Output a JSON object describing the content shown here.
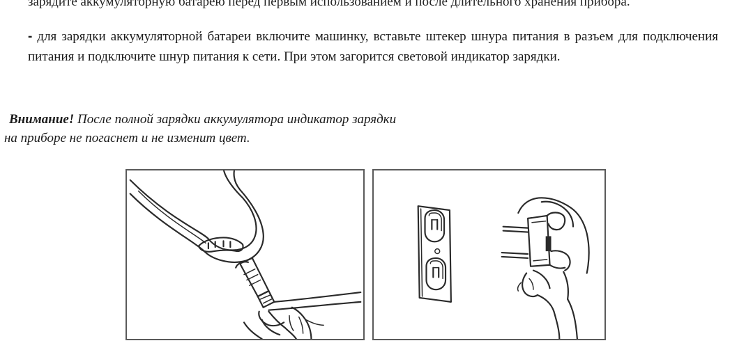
{
  "document": {
    "top_fragment": "зарядите аккумуляторную батарею перед первым использованием и после длительного хранения прибора.",
    "instruction": {
      "dash": "-",
      "text": " для зарядки аккумуляторной батареи включите машинку, вставьте штекер шнура питания в разъем для подключения питания и подключите шнур питания  к сети. При этом загорится световой индикатор зарядки."
    },
    "warning": {
      "label": "Внимание!",
      "line1": " После полной зарядки аккумулятора индикатор зарядки",
      "line2": "на приборе не погаснет и не изменит цвет."
    }
  },
  "figures": {
    "left_icon": "device-connector-illustration",
    "right_icon": "wall-socket-plug-illustration"
  }
}
